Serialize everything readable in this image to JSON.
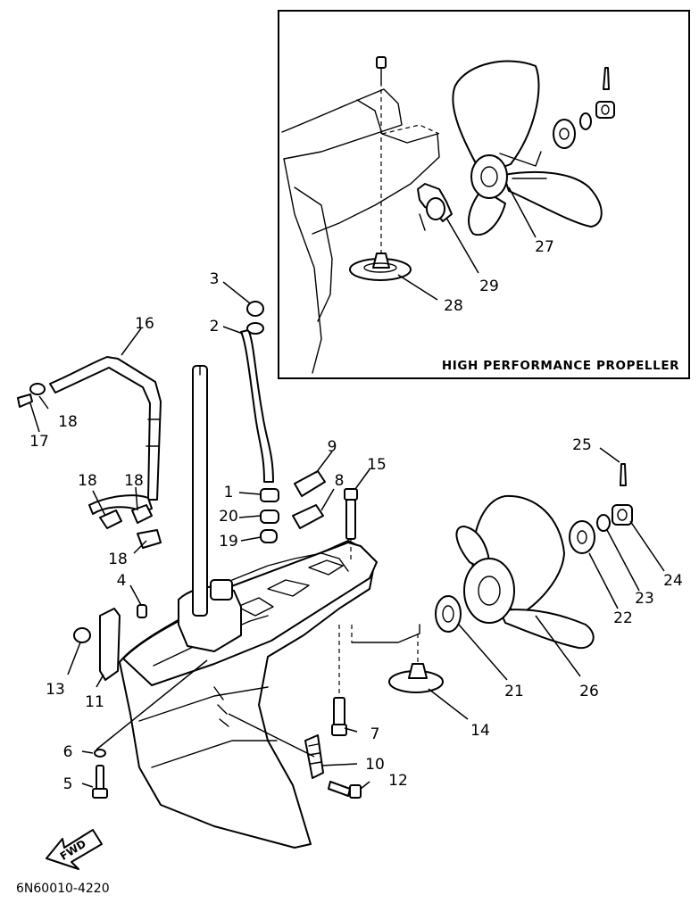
{
  "inset": {
    "title": "HIGH PERFORMANCE PROPELLER"
  },
  "direction_label": "FWD",
  "figure_code": "6N60010-4220",
  "callouts": [
    {
      "id": "c1",
      "label": "1"
    },
    {
      "id": "c2",
      "label": "2"
    },
    {
      "id": "c3",
      "label": "3"
    },
    {
      "id": "c4",
      "label": "4"
    },
    {
      "id": "c5",
      "label": "5"
    },
    {
      "id": "c6",
      "label": "6"
    },
    {
      "id": "c7",
      "label": "7"
    },
    {
      "id": "c8",
      "label": "8"
    },
    {
      "id": "c9",
      "label": "9"
    },
    {
      "id": "c10",
      "label": "10"
    },
    {
      "id": "c11",
      "label": "11"
    },
    {
      "id": "c12",
      "label": "12"
    },
    {
      "id": "c13",
      "label": "13"
    },
    {
      "id": "c14",
      "label": "14"
    },
    {
      "id": "c15",
      "label": "15"
    },
    {
      "id": "c16",
      "label": "16"
    },
    {
      "id": "c17",
      "label": "17"
    },
    {
      "id": "c18a",
      "label": "18"
    },
    {
      "id": "c18b",
      "label": "18"
    },
    {
      "id": "c18c",
      "label": "18"
    },
    {
      "id": "c18d",
      "label": "18"
    },
    {
      "id": "c19",
      "label": "19"
    },
    {
      "id": "c20",
      "label": "20"
    },
    {
      "id": "c21",
      "label": "21"
    },
    {
      "id": "c22",
      "label": "22"
    },
    {
      "id": "c23",
      "label": "23"
    },
    {
      "id": "c24",
      "label": "24"
    },
    {
      "id": "c25",
      "label": "25"
    },
    {
      "id": "c26",
      "label": "26"
    },
    {
      "id": "c27",
      "label": "27"
    },
    {
      "id": "c28",
      "label": "28"
    },
    {
      "id": "c29",
      "label": "29"
    }
  ]
}
